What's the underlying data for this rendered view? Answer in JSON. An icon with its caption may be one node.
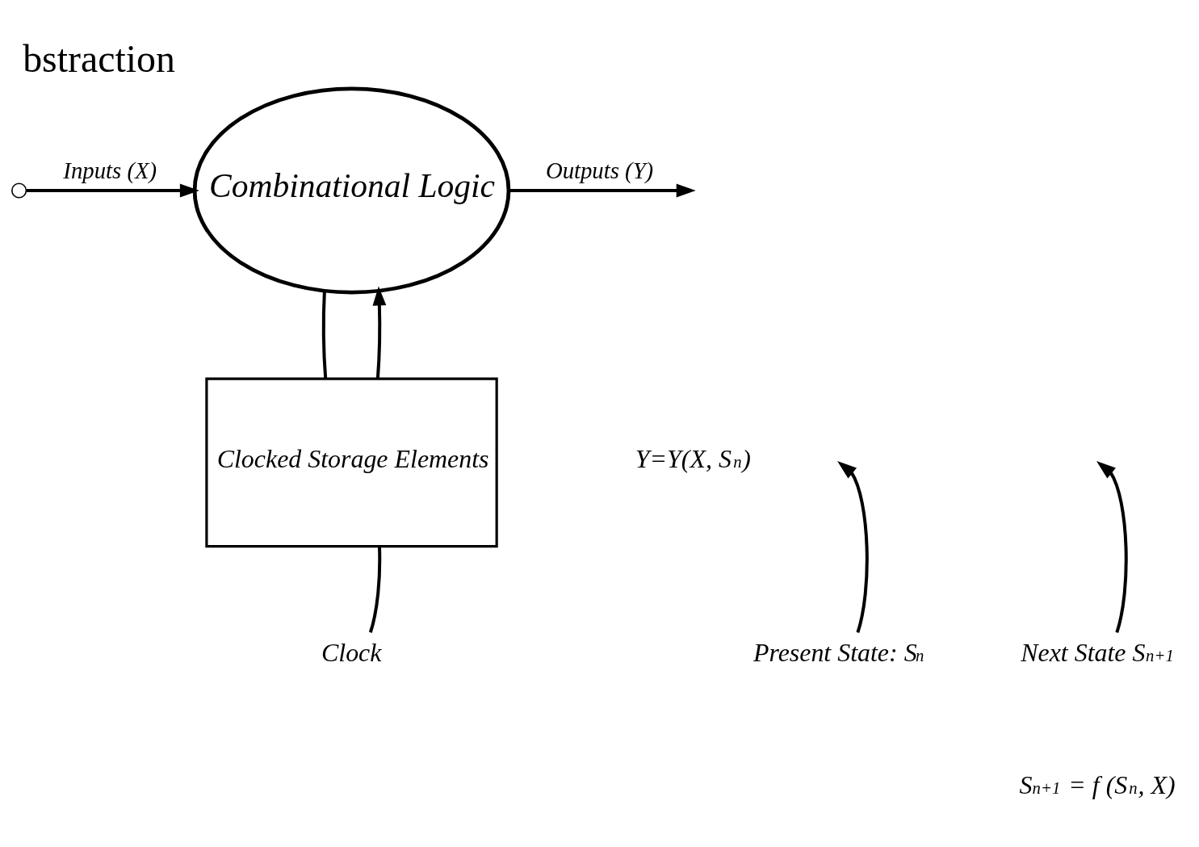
{
  "diagram": {
    "title": "bstraction",
    "nodes": [
      {
        "text": [
          "Combinational Logic"
        ]
      },
      {
        "text": [
          "Clocked Storage Elements"
        ]
      },
      {
        "text": [],
        "shape": "circle"
      },
      {
        "text": [
          "Clock"
        ]
      },
      {
        "text": [
          "Present State: S$_{n}$"
        ]
      },
      {
        "text": [
          "Next State S$_{n+1}$"
        ]
      }
    ],
    "edges": [
      {
        "from": 2,
        "to": 0,
        "arrow": "to",
        "label": "Inputs (X)"
      },
      {
        "from": 0,
        "to": null,
        "arrow": "to",
        "label": "Outputs (Y)"
      },
      {
        "from": 1,
        "to": 0,
        "arrow": "to"
      },
      {
        "from": 0,
        "to": 1,
        "arrow": "none"
      },
      {
        "from": 3,
        "to": 1,
        "arrow": "none"
      },
      {
        "from": 4,
        "to": null,
        "arrow": "to"
      },
      {
        "from": 5,
        "to": null,
        "arrow": "to"
      }
    ],
    "labels": [
      "Y=Y(X, S$_{n}$)",
      "S$_{n+1}$ = f (S$_{n}$, X)"
    ]
  }
}
